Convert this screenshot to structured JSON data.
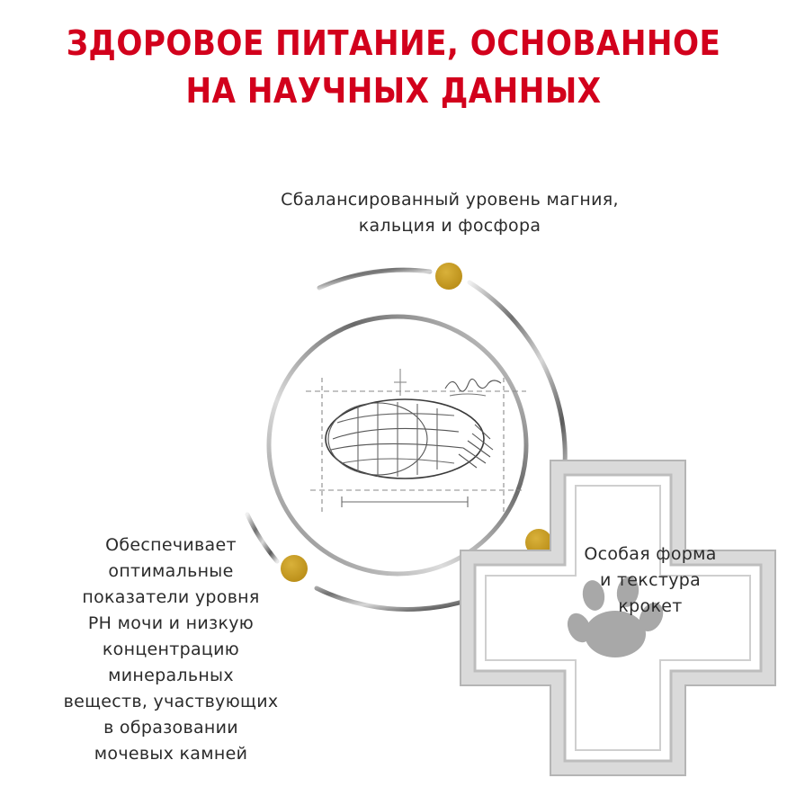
{
  "headline": {
    "line1": "ЗДОРОВОЕ ПИТАНИЕ, ОСНОВАННОЕ",
    "line2": "НА НАУЧНЫХ ДАННЫХ"
  },
  "features": {
    "top": {
      "lines": [
        "Сбалансированный уровень магния,",
        "кальция и фосфора"
      ]
    },
    "left": {
      "lines": [
        "Обеспечивает",
        "оптимальные",
        "показатели уровня",
        "PH мочи и низкую",
        "концентрацию",
        "минеральных",
        "веществ, участвующих",
        "в образовании",
        "мочевых камней"
      ]
    },
    "right": {
      "lines": [
        "Особая форма",
        "и текстура",
        "крокет"
      ]
    }
  },
  "colors": {
    "headline": "#d2001c",
    "dot": "#c49a22",
    "cross": "#cfcfcf",
    "text": "#2b2b2b"
  },
  "icons": {
    "center": "kibble-sketch-icon",
    "corner": "vet-cross-paw-icon"
  }
}
